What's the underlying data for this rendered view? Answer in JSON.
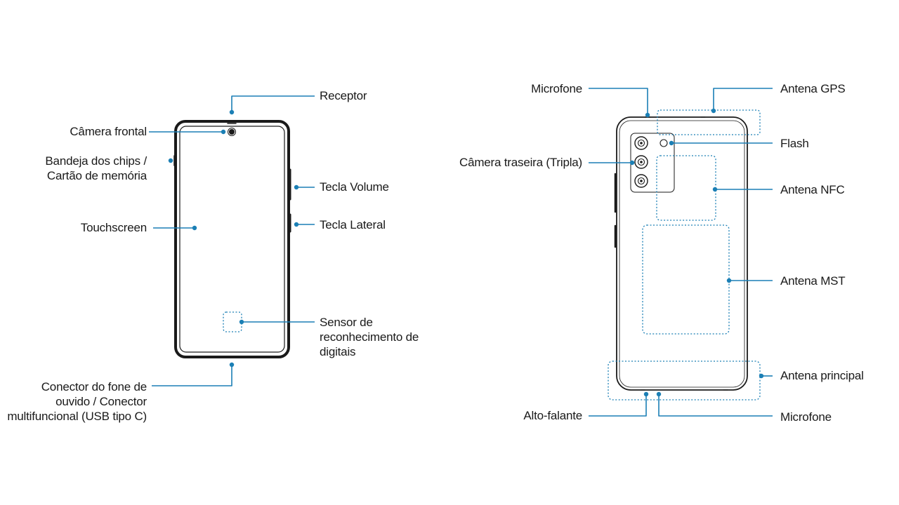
{
  "accent_color": "#1b7fb5",
  "front": {
    "receptor": "Receptor",
    "camera_frontal": "Câmera frontal",
    "bandeja": [
      "Bandeja dos chips /",
      "Cartão de memória"
    ],
    "tecla_volume": "Tecla Volume",
    "touchscreen": "Touchscreen",
    "tecla_lateral": "Tecla Lateral",
    "sensor": [
      "Sensor de",
      "reconhecimento de",
      "digitais"
    ],
    "conector": [
      "Conector do fone de",
      "ouvido / Conector",
      "multifuncional (USB tipo C)"
    ]
  },
  "back": {
    "microfone_top": "Microfone",
    "antena_gps": "Antena GPS",
    "flash": "Flash",
    "camera_traseira": "Câmera traseira (Tripla)",
    "antena_nfc": "Antena NFC",
    "antena_mst": "Antena MST",
    "antena_principal": "Antena principal",
    "alto_falante": "Alto-falante",
    "microfone_bottom": "Microfone"
  }
}
